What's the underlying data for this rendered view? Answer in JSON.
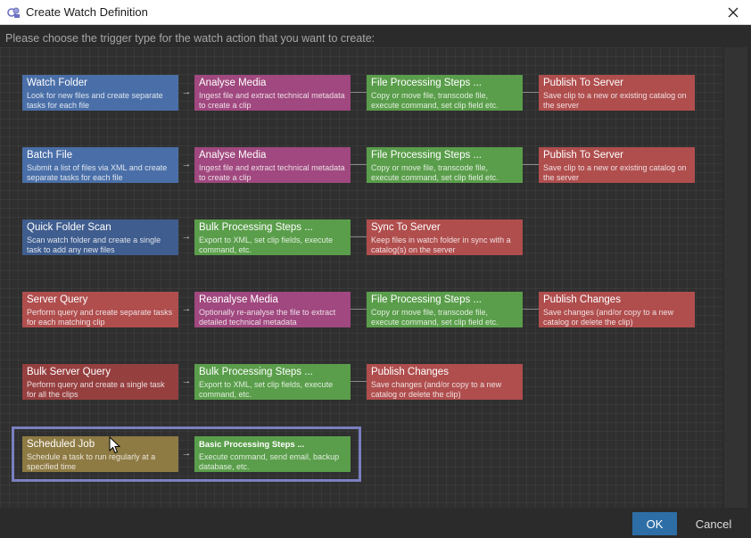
{
  "window": {
    "title": "Create Watch Definition",
    "close_icon": "close-icon"
  },
  "instruction": "Please choose the trigger type for the watch action that you want to create:",
  "rows": [
    {
      "trigger": {
        "title": "Watch Folder",
        "desc": "Look for new files and create separate tasks for each file",
        "color": "#4a6fa8"
      },
      "steps": [
        {
          "title": "Analyse Media",
          "desc": "Ingest file and extract technical metadata to create a clip",
          "color": "#a0487f"
        },
        {
          "title": "File Processing Steps ...",
          "desc": "Copy or move file, transcode file, execute command, set clip field etc.",
          "color": "#5a9e4b"
        },
        {
          "title": "Publish To Server",
          "desc": "Save clip to a new or existing catalog on the server",
          "color": "#b04e4e"
        }
      ]
    },
    {
      "trigger": {
        "title": "Batch File",
        "desc": "Submit a list of files via XML and create separate tasks for each file",
        "color": "#4a6fa8"
      },
      "steps": [
        {
          "title": "Analyse Media",
          "desc": "Ingest file and extract technical metadata to create a clip",
          "color": "#a0487f"
        },
        {
          "title": "File Processing Steps ...",
          "desc": "Copy or move file, transcode file, execute command, set clip field etc.",
          "color": "#5a9e4b"
        },
        {
          "title": "Publish To Server",
          "desc": "Save clip to a new or existing catalog on the server",
          "color": "#b04e4e"
        }
      ]
    },
    {
      "trigger": {
        "title": "Quick Folder Scan",
        "desc": "Scan watch folder and create a single task to add any new files",
        "color": "#3f5d8e"
      },
      "steps": [
        {
          "title": "Bulk Processing Steps ...",
          "desc": "Export to XML, set clip fields, execute command, etc.",
          "color": "#5a9e4b"
        },
        {
          "title": "Sync To Server",
          "desc": "Keep files in watch folder in sync with a catalog(s) on the server",
          "color": "#b04e4e"
        }
      ]
    },
    {
      "trigger": {
        "title": "Server Query",
        "desc": "Perform query and create separate tasks for each matching clip",
        "color": "#b04e4e"
      },
      "steps": [
        {
          "title": "Reanalyse Media",
          "desc": "Optionally re-analyse the file to extract detailed technical metadata",
          "color": "#a0487f"
        },
        {
          "title": "File Processing Steps ...",
          "desc": "Copy or move file, transcode file, execute command, set clip field etc.",
          "color": "#5a9e4b"
        },
        {
          "title": "Publish Changes",
          "desc": "Save changes (and/or copy to a new catalog or delete the clip)",
          "color": "#b04e4e"
        }
      ]
    },
    {
      "trigger": {
        "title": "Bulk Server Query",
        "desc": "Perform query and create a single task for all the clips",
        "color": "#963f3f"
      },
      "steps": [
        {
          "title": "Bulk Processing Steps ...",
          "desc": "Export to XML, set clip fields, execute command, etc.",
          "color": "#5a9e4b"
        },
        {
          "title": "Publish Changes",
          "desc": "Save changes (and/or copy to a new catalog or delete the clip)",
          "color": "#b04e4e"
        }
      ]
    },
    {
      "trigger": {
        "title": "Scheduled Job",
        "desc": "Schedule a task to run regularly at a specified time",
        "color": "#8e7a43"
      },
      "steps": [
        {
          "title": "Basic Processing Steps ...",
          "desc": "Execute command, send email, backup database, etc.",
          "color": "#5a9e4b"
        }
      ]
    }
  ],
  "selected_row": 5,
  "buttons": {
    "ok": "OK",
    "cancel": "Cancel"
  },
  "colors": {
    "selection_border": "#7a7fc0",
    "ok_button": "#2d6ea6"
  }
}
